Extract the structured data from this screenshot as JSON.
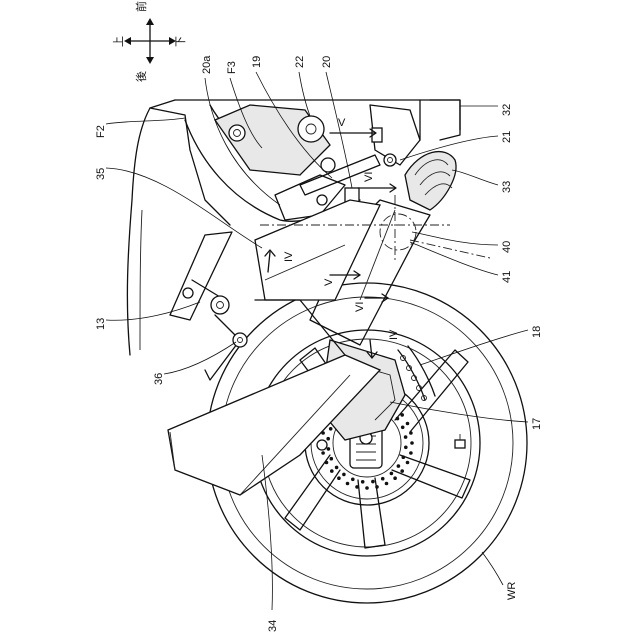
{
  "figure": {
    "compass": {
      "up": "上",
      "down": "下",
      "front": "前",
      "rear": "後"
    },
    "labels": {
      "l13": "13",
      "l17": "17",
      "l18": "18",
      "l19": "19",
      "l20": "20",
      "l20a": "20a",
      "l21": "21",
      "l22": "22",
      "l32": "32",
      "l33": "33",
      "l34": "34",
      "l35": "35",
      "l36": "36",
      "l40": "40",
      "l41": "41",
      "lF2": "F2",
      "lF3": "F3",
      "lWR": "WR"
    },
    "section_marks": {
      "s_iv_a": "IV",
      "s_iv_b": "IV",
      "s_v_a": "V",
      "s_v_b": "V",
      "s_vi_a": "VI",
      "s_vi_b": "VI"
    }
  }
}
